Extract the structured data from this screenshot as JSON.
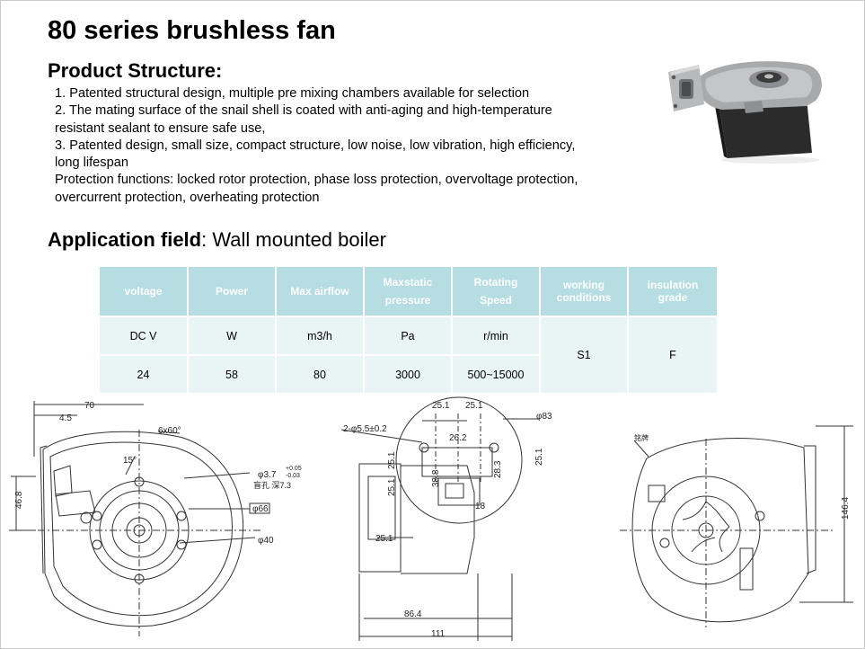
{
  "title": "80 series brushless fan",
  "structure": {
    "heading": "Product Structure:",
    "lines": [
      "1. Patented structural design, multiple pre mixing chambers available for selection",
      "2. The mating surface of the snail shell is coated with anti-aging and high-temperature",
      "resistant sealant to ensure safe use,",
      "3. Patented design, small size, compact structure, low noise, low vibration, high efficiency,",
      "long lifespan",
      "Protection functions: locked rotor protection, phase loss protection, overvoltage protection,",
      "overcurrent protection, overheating protection"
    ]
  },
  "application": {
    "label": "Application field",
    "value": ": Wall mounted boiler"
  },
  "spec_table": {
    "headers": {
      "voltage": "voltage",
      "power": "Power",
      "airflow": "Max airflow",
      "pressure_1": "Maxstatic",
      "pressure_2": "pressure",
      "speed_1": "Rotating",
      "speed_2": "Speed",
      "working_1": "working",
      "working_2": "conditions",
      "insulation_1": "insulation",
      "insulation_2": "grade"
    },
    "units": [
      "DC V",
      "W",
      "m3/h",
      "Pa",
      "r/min"
    ],
    "values": [
      "24",
      "58",
      "80",
      "3000",
      "500~15000"
    ],
    "working_conditions": "S1",
    "insulation_grade": "F"
  },
  "drawing_labels": {
    "d70": "70",
    "d4_5": "4.5",
    "d6x60": "6x60°",
    "d15": "15°",
    "hole_dia": "φ3.7",
    "hole_tol_up": "+0.05",
    "hole_tol_dn": "-0.03",
    "blind_hole": "盲孔  深7.3",
    "d66": "φ66",
    "d40": "φ40",
    "d46_8": "46.8",
    "holes_2": "2-φ5.5±0.2",
    "d25_1": "25.1",
    "d26_2": "26.2",
    "d38_8": "38.8",
    "d28_3": "28.3",
    "d18": "18",
    "d83": "φ83",
    "d86_4": "86.4",
    "d111": "111",
    "nameplate": "铭牌",
    "d146_4": "146.4"
  },
  "colors": {
    "header_bg": "#b5dde2",
    "cell_bg": "#e9f4f5"
  }
}
